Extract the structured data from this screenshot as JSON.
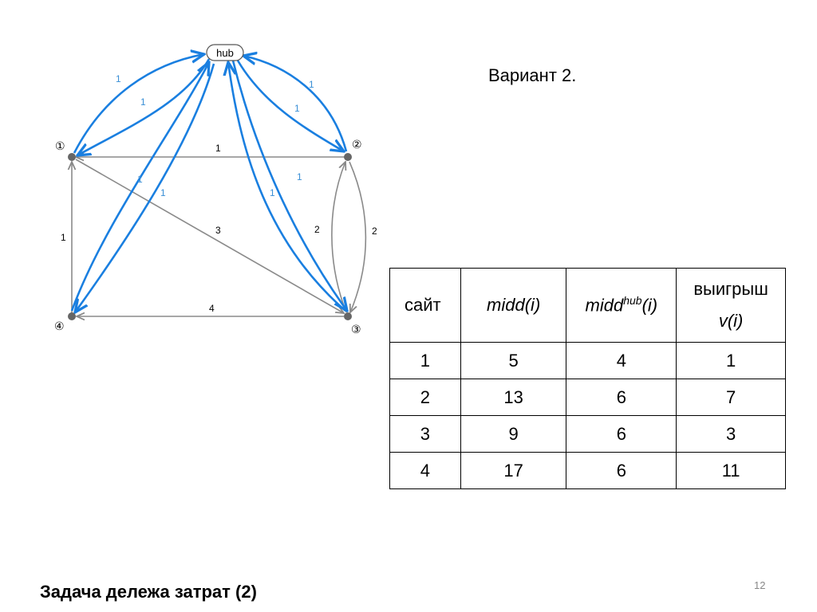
{
  "variant_label": "Вариант 2.",
  "graph": {
    "hub_label": "hub",
    "nodes": [
      {
        "id": "1",
        "label": "①"
      },
      {
        "id": "2",
        "label": "②"
      },
      {
        "id": "3",
        "label": "③"
      },
      {
        "id": "4",
        "label": "④"
      }
    ],
    "hub_edges": [
      {
        "node": "1",
        "weights": [
          "1",
          "1"
        ]
      },
      {
        "node": "2",
        "weights": [
          "1",
          "1"
        ]
      },
      {
        "node": "3",
        "weights": [
          "1",
          "1"
        ]
      },
      {
        "node": "4",
        "weights": [
          "1",
          "1"
        ]
      }
    ],
    "edges": [
      {
        "from": "2",
        "to": "1",
        "weight": "1"
      },
      {
        "from": "4",
        "to": "1",
        "weight": "1"
      },
      {
        "from": "1",
        "to": "3",
        "weight": "3"
      },
      {
        "from": "3",
        "to": "4",
        "weight": "4"
      },
      {
        "from": "3",
        "to": "2",
        "weight": "2"
      },
      {
        "from": "2",
        "to": "3",
        "weight": "2"
      }
    ]
  },
  "table": {
    "headers": {
      "site": "сайт",
      "midd": "midd(i)",
      "middhub_base": "midd",
      "middhub_sup": "hub",
      "middhub_arg": "(i)",
      "payoff_word": "выигрыш",
      "payoff_var": "v(i)"
    },
    "rows": [
      [
        "1",
        "5",
        "4",
        "1"
      ],
      [
        "2",
        "13",
        "6",
        "7"
      ],
      [
        "3",
        "9",
        "6",
        "3"
      ],
      [
        "4",
        "17",
        "6",
        "11"
      ]
    ]
  },
  "footer_title": "Задача дележа затрат (2)",
  "page_number": "12"
}
